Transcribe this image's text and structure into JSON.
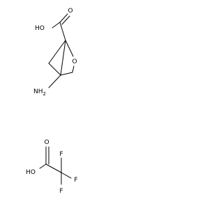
{
  "colors": {
    "bond": "#000000",
    "text": "#000000",
    "background": "#ffffff"
  },
  "molecule_top": {
    "labels": {
      "oh": "HO",
      "carbonyl_o": "O",
      "ring_o": "O",
      "amine": "NH",
      "amine_subscript": "2"
    }
  },
  "molecule_bottom": {
    "labels": {
      "oh": "HO",
      "carbonyl_o": "O",
      "f_top": "F",
      "f_right": "F",
      "f_bottom": "F"
    }
  }
}
